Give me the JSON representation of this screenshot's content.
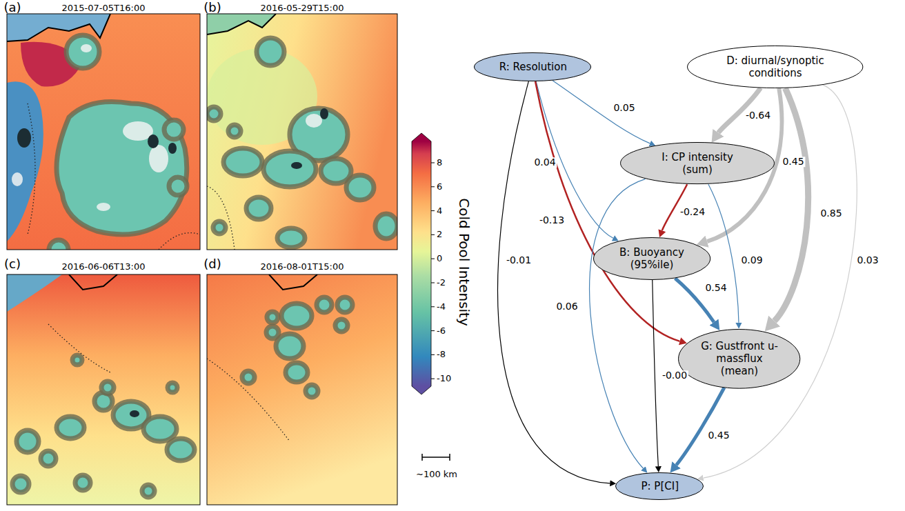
{
  "diagram": {
    "nodes": [
      {
        "text": [
          "R: Resolution"
        ]
      },
      {
        "text": [
          "D: diurnal/synoptic conditions"
        ]
      },
      {
        "text": [
          "I: CP intensity (sum)"
        ]
      },
      {
        "text": [
          "B: Buoyancy (95%ile)"
        ]
      },
      {
        "text": [
          "G: Gustfront u-massflux (mean)"
        ]
      },
      {
        "text": [
          "P: P[CI]"
        ]
      }
    ],
    "edges": [
      {
        "from": 0,
        "to": 2,
        "label": "0.05",
        "arrow": "to"
      },
      {
        "from": 0,
        "to": 3,
        "label": "0.04",
        "arrow": "to"
      },
      {
        "from": 0,
        "to": 4,
        "label": "-0.13",
        "arrow": "to"
      },
      {
        "from": 0,
        "to": 5,
        "label": "-0.01",
        "arrow": "to"
      },
      {
        "from": 1,
        "to": 2,
        "label": "-0.64",
        "arrow": "to"
      },
      {
        "from": 1,
        "to": 3,
        "label": "0.45",
        "arrow": "to"
      },
      {
        "from": 1,
        "to": 4,
        "label": "0.85",
        "arrow": "to"
      },
      {
        "from": 1,
        "to": 5,
        "label": "0.03",
        "arrow": "to"
      },
      {
        "from": 2,
        "to": 3,
        "label": "-0.24",
        "arrow": "to"
      },
      {
        "from": 2,
        "to": 4,
        "label": "0.09",
        "arrow": "to"
      },
      {
        "from": 2,
        "to": 5,
        "label": "0.06",
        "arrow": "to"
      },
      {
        "from": 3,
        "to": 4,
        "label": "0.54",
        "arrow": "to"
      },
      {
        "from": 3,
        "to": 5,
        "label": "-0.00",
        "arrow": "to"
      },
      {
        "from": 4,
        "to": 5,
        "label": "0.45",
        "arrow": "to"
      }
    ],
    "labels": [
      "(a)",
      "2015-07-05T16:00",
      "(b)",
      "2016-05-29T15:00",
      "(c)",
      "2016-06-06T13:00",
      "(d)",
      "2016-08-01T15:00",
      "8",
      "6",
      "4",
      "2",
      "0",
      "-2",
      "-4",
      "-6",
      "-8",
      "-10",
      "Cold Pool Intensity",
      "∼100 km"
    ]
  }
}
